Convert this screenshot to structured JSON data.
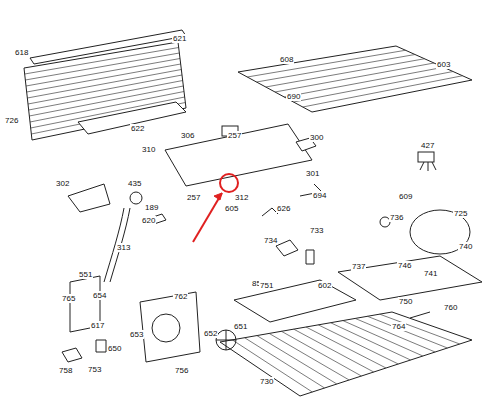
{
  "diagram": {
    "labels": [
      "618",
      "621",
      "726",
      "622",
      "608",
      "603",
      "690",
      "306",
      "257",
      "300",
      "427",
      "310",
      "302",
      "301",
      "609",
      "435",
      "189",
      "257",
      "312",
      "694",
      "605",
      "626",
      "313",
      "620",
      "736",
      "725",
      "740",
      "734",
      "733",
      "737",
      "746",
      "741",
      "551",
      "85",
      "751",
      "602",
      "765",
      "654",
      "762",
      "750",
      "760",
      "617",
      "651",
      "764",
      "652",
      "653",
      "650",
      "758",
      "753",
      "756",
      "730"
    ]
  }
}
